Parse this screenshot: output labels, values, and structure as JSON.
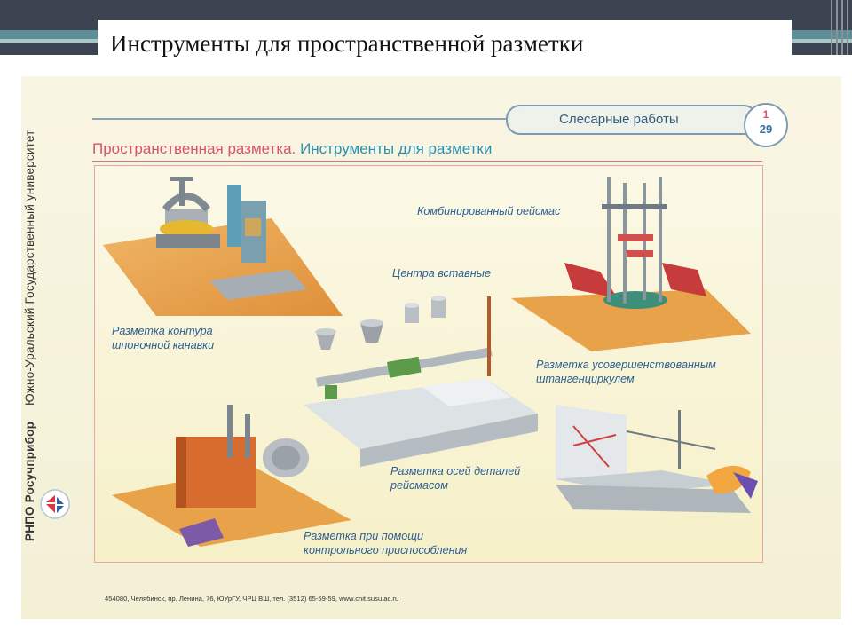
{
  "slide": {
    "title": "Инструменты для пространственной разметки"
  },
  "poster": {
    "subject_pill": "Слесарные работы",
    "sheet_number_top": "1",
    "sheet_number_bottom": "29",
    "heading_part1": "Пространственная разметка.",
    "heading_part2": "Инструменты для разметки",
    "vertical_left": {
      "publisher": "РНПО Росучприбор",
      "university": "Южно-Уральский Государственный университет"
    },
    "labels": {
      "combined_surface_gauge": "Комбинированный рейсмас",
      "insertable_centers": "Центра вставные",
      "keyway_marking_line1": "Разметка контура",
      "keyway_marking_line2": "шпоночной канавки",
      "caliper_marking_line1": "Разметка усовершенствованным",
      "caliper_marking_line2": "штангенциркулем",
      "axis_marking_line1": "Разметка осей деталей",
      "axis_marking_line2": "рейсмасом",
      "fixture_marking_line1": "Разметка при помощи",
      "fixture_marking_line2": "контрольного приспособления"
    },
    "footer": "454080, Челябинск, пр. Ленина, 76, ЮУрГУ, ЧРЦ ВШ, тел. (3512) 65-59-59, www.cnit.susu.ac.ru"
  },
  "colors": {
    "topbar": "#3c4452",
    "accent_teal": "#5f8f96",
    "heading_red": "#d9536b",
    "heading_blue": "#2f8fb2",
    "label_blue": "#2d5f93",
    "poster_bg": "#f6f3dd"
  }
}
